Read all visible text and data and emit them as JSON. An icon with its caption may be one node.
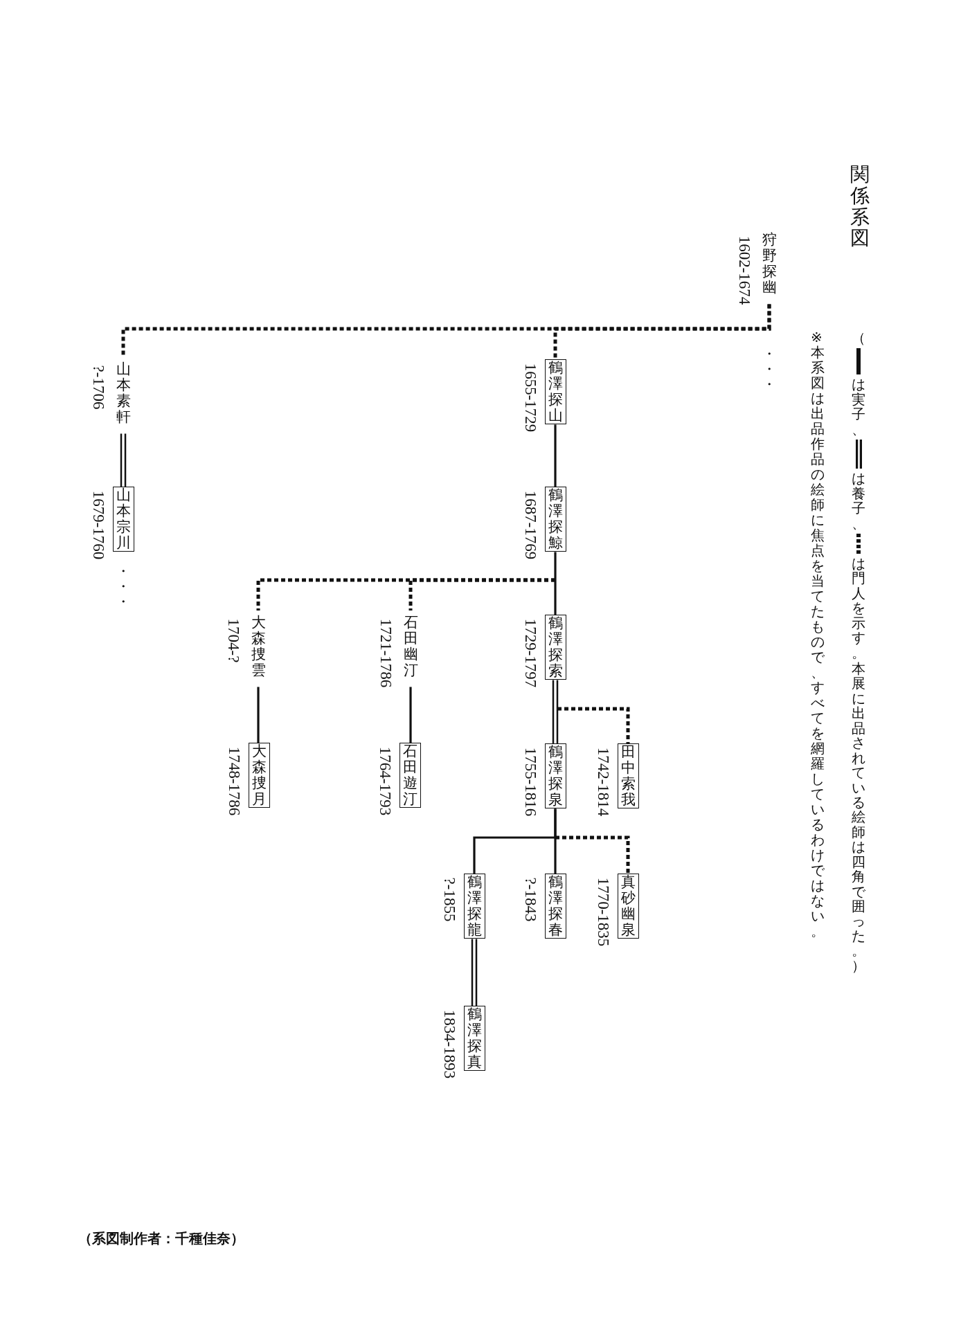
{
  "diagram": {
    "title": "関係系図",
    "nodes": [
      {
        "text": [
          "狩野探幽"
        ],
        "beside": [
          "1602-1674"
        ]
      },
      {
        "text": [
          "鶴澤探山"
        ],
        "beside": [
          "1655-1729"
        ]
      },
      {
        "text": [
          "山本素軒"
        ],
        "beside": [
          "?-1706"
        ]
      },
      {
        "text": [
          "鶴澤探鯨"
        ],
        "beside": [
          "1687-1769"
        ]
      },
      {
        "text": [
          "山本宗川"
        ],
        "beside": [
          "1679-1760"
        ]
      },
      {
        "text": [
          "鶴澤探索"
        ],
        "beside": [
          "1729-1797"
        ]
      },
      {
        "text": [
          "石田幽汀"
        ],
        "beside": [
          "1721-1786"
        ]
      },
      {
        "text": [
          "大森捜雲"
        ],
        "beside": [
          "1704-?"
        ]
      },
      {
        "text": [
          "鶴澤探泉"
        ],
        "beside": [
          "1755-1816"
        ]
      },
      {
        "text": [
          "田中索我"
        ],
        "beside": [
          "1742-1814"
        ]
      },
      {
        "text": [
          "石田遊汀"
        ],
        "beside": [
          "1764-1793"
        ]
      },
      {
        "text": [
          "大森捜月"
        ],
        "beside": [
          "1748-1786"
        ]
      },
      {
        "text": [
          "真砂幽泉"
        ],
        "beside": [
          "1770-1835"
        ]
      },
      {
        "text": [
          "鶴澤探春"
        ],
        "beside": [
          "?-1843"
        ]
      },
      {
        "text": [
          "鶴澤探龍"
        ],
        "beside": [
          "?-1855"
        ]
      },
      {
        "text": [
          "鶴澤探真"
        ],
        "beside": [
          "1834-1893"
        ]
      }
    ],
    "edges": [
      {
        "from": 0,
        "to": 1,
        "arrow": "none",
        "style": "dashed"
      },
      {
        "from": 0,
        "to": 2,
        "arrow": "none",
        "style": "dashed"
      },
      {
        "from": 1,
        "to": 3,
        "arrow": "none"
      },
      {
        "from": 2,
        "to": 4,
        "arrow": "none"
      },
      {
        "from": 3,
        "to": 5,
        "arrow": "none"
      },
      {
        "from": 3,
        "to": 6,
        "arrow": "none",
        "style": "dashed"
      },
      {
        "from": 3,
        "to": 7,
        "arrow": "none",
        "style": "dashed"
      },
      {
        "from": 5,
        "to": 8,
        "arrow": "none"
      },
      {
        "from": 5,
        "to": 9,
        "arrow": "none",
        "style": "dashed"
      },
      {
        "from": 6,
        "to": 10,
        "arrow": "none"
      },
      {
        "from": 7,
        "to": 11,
        "arrow": "none"
      },
      {
        "from": 8,
        "to": 12,
        "arrow": "none",
        "style": "dashed"
      },
      {
        "from": 8,
        "to": 13,
        "arrow": "none"
      },
      {
        "from": 8,
        "to": 14,
        "arrow": "none"
      },
      {
        "from": 14,
        "to": 15,
        "arrow": "none"
      }
    ],
    "labels": [
      "（",
      "本展に出品されている絵師は四角で囲った。）",
      "※本系図は出品作品の絵師に焦点を当てたもので、すべてを網羅しているわけではない。",
      "・・・",
      "・・・",
      "（系図制作者：千種佳奈）"
    ],
    "legend": [
      {
        "text": "は実子、"
      },
      {
        "text": "は養子、"
      },
      {
        "text": "は門人を示す。"
      }
    ]
  }
}
